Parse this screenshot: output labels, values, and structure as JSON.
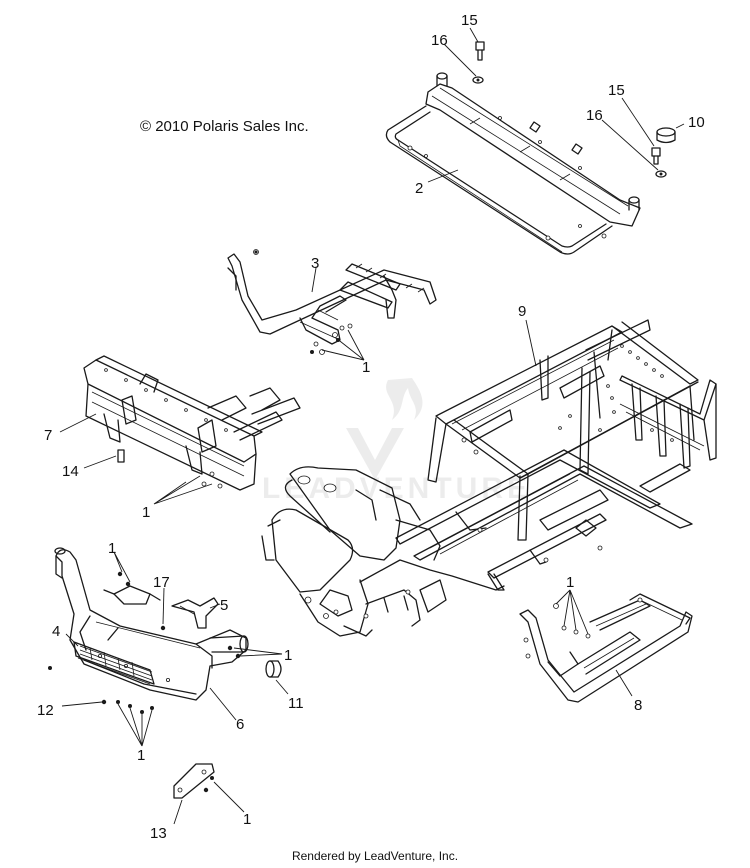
{
  "copyright": "© 2010 Polaris Sales Inc.",
  "footer": "Rendered by LeadVenture, Inc.",
  "watermark": "LEADVENTURE",
  "callouts": {
    "c15a": "15",
    "c16a": "16",
    "c15b": "15",
    "c16b": "16",
    "c10": "10",
    "c2": "2",
    "c3": "3",
    "c1a": "1",
    "c9": "9",
    "c7": "7",
    "c14": "14",
    "c1b": "1",
    "c1c": "1",
    "c17": "17",
    "c5": "5",
    "c4": "4",
    "c1d": "1",
    "c1e": "1",
    "c12": "12",
    "c6": "6",
    "c11": "11",
    "c8": "8",
    "c1f": "1",
    "c13": "13",
    "c1g": "1"
  }
}
